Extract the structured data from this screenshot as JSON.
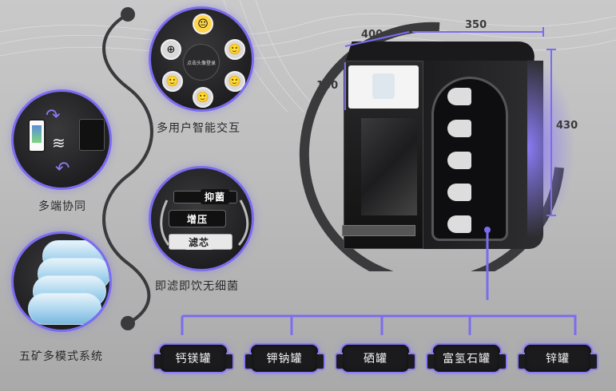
{
  "features": {
    "multi_user": {
      "label": "多用户智能交互",
      "center_text": "点击头像登录"
    },
    "multi_device": {
      "label": "多端协同"
    },
    "filter": {
      "label": "即滤即饮无细菌",
      "tubes": [
        "抑菌",
        "增压",
        "滤芯"
      ]
    },
    "five_mineral": {
      "label": "五矿多模式系统"
    }
  },
  "dimensions": {
    "depth": "400",
    "width": "350",
    "screen": "100",
    "height": "430"
  },
  "tanks": [
    "钙镁罐",
    "钾钠罐",
    "硒罐",
    "富氢石罐",
    "锌罐"
  ],
  "colors": {
    "accent": "#7b6cf0",
    "body": "#1f1f21"
  },
  "icons": [
    "wifi-icon",
    "sync-arrows-icon",
    "phone-icon",
    "avatar-icon"
  ]
}
